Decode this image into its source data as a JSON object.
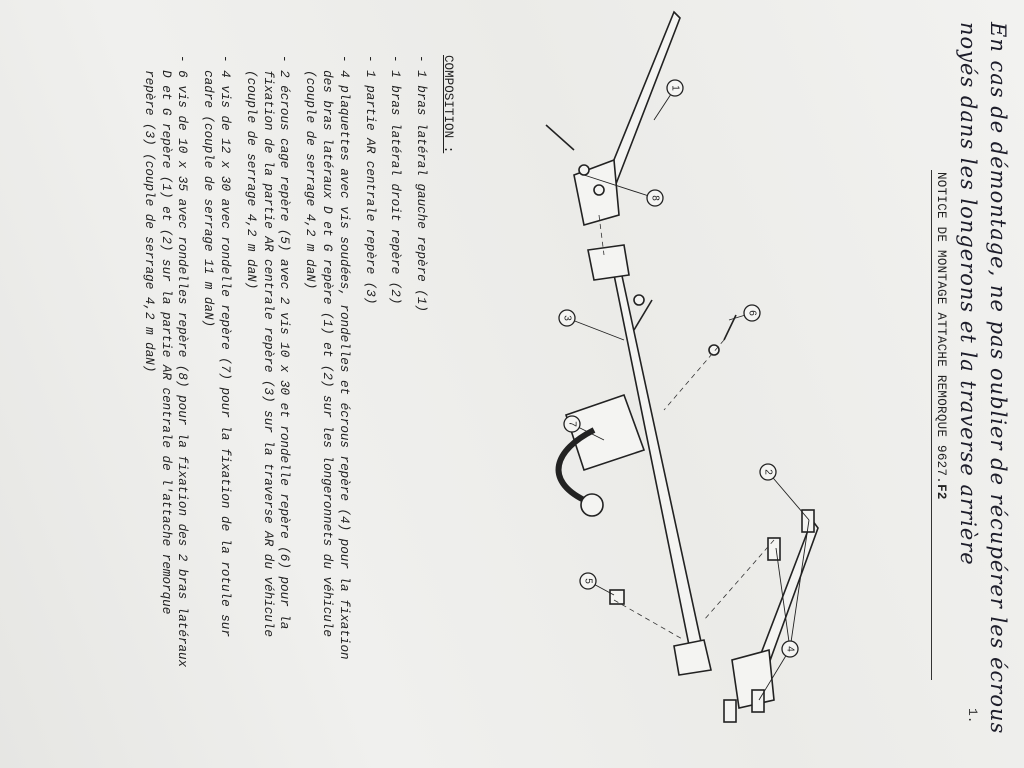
{
  "handwritten_note": {
    "line1": "En cas de démontage, ne pas oublier de récupérer les écrous",
    "line2": "noyés dans les longerons et la traverse arrière"
  },
  "title": "NOTICE DE MONTAGE ATTACHE REMORQUE 9627.",
  "title_suffix": "F2",
  "page_number": "1.",
  "composition": {
    "heading": "COMPOSITION :",
    "items": [
      "- 1 bras latéral gauche repère (1)",
      "- 1 bras latéral droit repère (2)",
      "- 1 partie AR centrale repère (3)",
      "- 4 plaquettes avec vis soudées, rondelles et écrous repère (4) pour la fixation\n  des bras latéraux D et G repère (1) et (2) sur les longeronnets du véhicule\n  (couple de serrage 4,2 m daN)",
      "- 2 écrous cage repère (5) avec 2 vis 10 x 30 et rondelle repère (6) pour la\n  fixation de la partie AR centrale repère (3) sur la traverse AR du véhicule\n  (couple de serrage 4,2 m daN)",
      "- 4 vis de 12 x 30 avec rondelle repère (7) pour la fixation de la rotule sur\n  cadre (couple de serrage 11 m daN)",
      "- 6 vis de 10 x 35 avec rondelles repère (8) pour la fixation des 2 bras latéraux\n  D et G repère (1) et (2) sur la partie AR centrale de l'attache remorque\n  repère (3) (couple de serrage 4,2 m daN)"
    ]
  },
  "diagram": {
    "callouts": [
      "1",
      "2",
      "3",
      "4",
      "5",
      "6",
      "7",
      "8"
    ]
  }
}
